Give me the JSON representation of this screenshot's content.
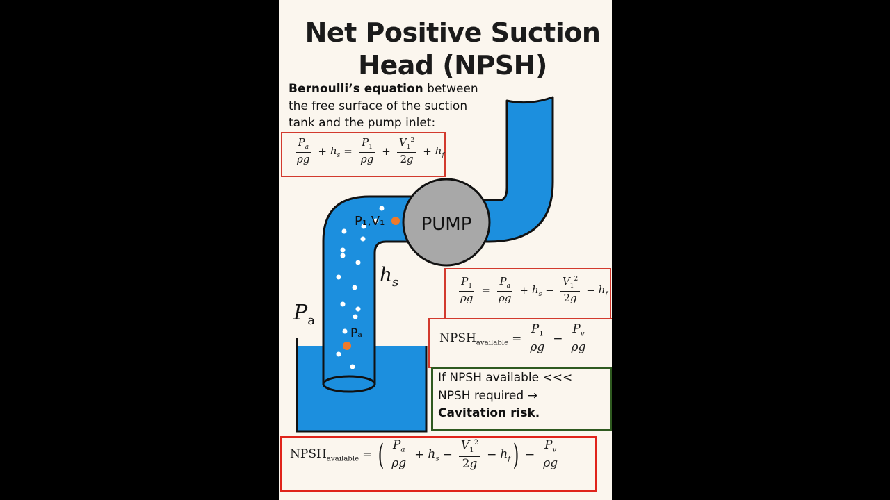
{
  "title": {
    "line1": "Net Positive Suction",
    "line2": "Head (NPSH)"
  },
  "intro": {
    "bold": "Bernoulli’s equation",
    "rest": " between the free surface of the suction tank and the pump inlet:"
  },
  "diagram": {
    "pump_label": "PUMP",
    "inlet_point_label": "P₁,V₁",
    "surface_point_label": "Pₐ",
    "height_label": "h",
    "height_sub": "s",
    "atmos_label": "P",
    "atmos_sub": "a"
  },
  "equations": {
    "npsh_word": "NPSH",
    "available_word": "available"
  },
  "warning": {
    "line1": "If NPSH available <<<",
    "line2": "NPSH required →",
    "line3": "Cavitation risk."
  },
  "colors": {
    "water": "#1c8fde",
    "pipe_outline": "#111111",
    "pump": "#a8a8a8",
    "point_marker": "#f07a2a",
    "box_red": "#d23a2e",
    "box_green": "#2f5a20"
  }
}
